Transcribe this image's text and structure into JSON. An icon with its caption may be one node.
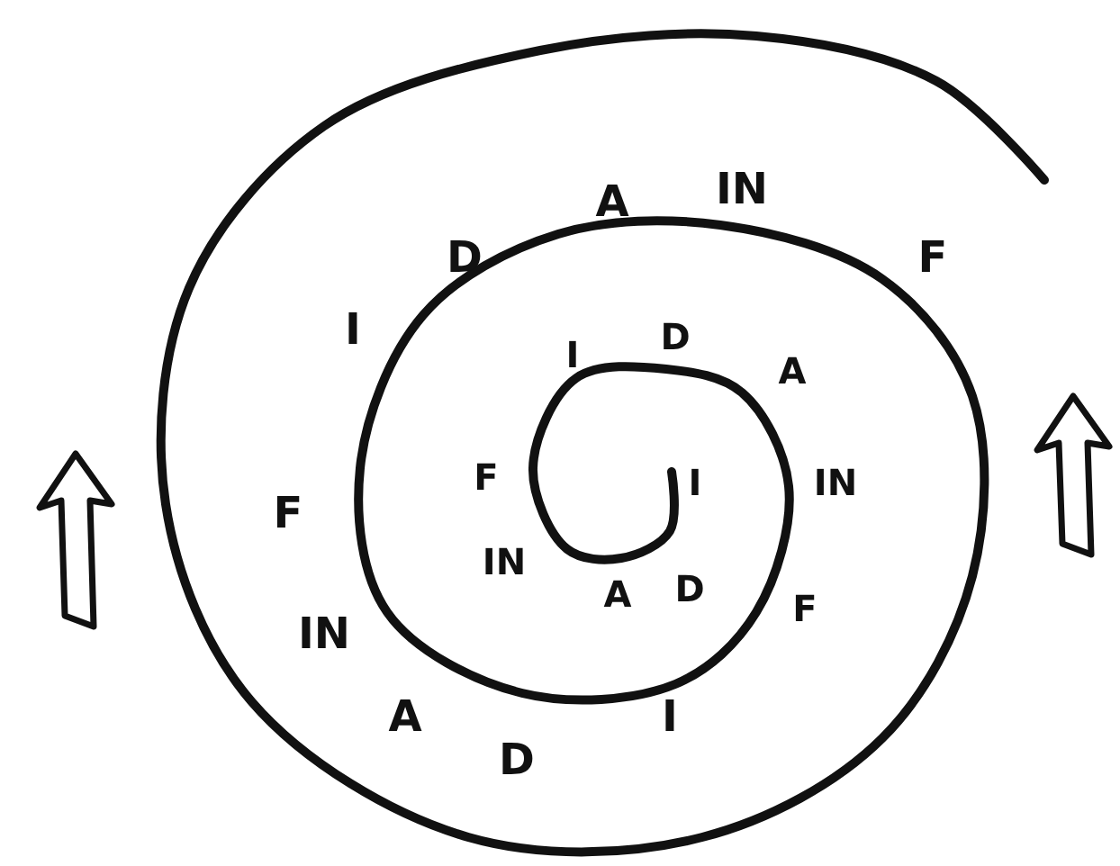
{
  "diagram": {
    "labels": [
      "F",
      "IN",
      "A",
      "D",
      "I",
      "F",
      "IN",
      "A",
      "D",
      "I",
      "F",
      "IN",
      "A",
      "D",
      "I",
      "F",
      "IN",
      "A",
      "D",
      "I"
    ]
  }
}
